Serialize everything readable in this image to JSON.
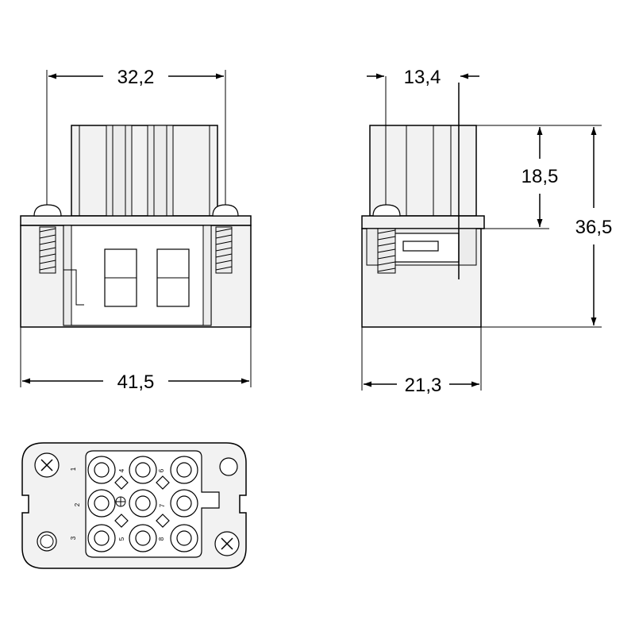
{
  "dimensions": {
    "front_top_width": "32,2",
    "front_bottom_width": "41,5",
    "side_top_width": "13,4",
    "side_bottom_width": "21,3",
    "side_upper_height": "18,5",
    "side_total_height": "36,5"
  },
  "pin_labels": {
    "p1": "1",
    "p2": "2",
    "p3": "3",
    "p4": "4",
    "p5": "5",
    "p6": "6",
    "p7": "7",
    "p8": "8"
  },
  "colors": {
    "line": "#000000",
    "fill": "#f2f2f2",
    "background": "#ffffff"
  }
}
